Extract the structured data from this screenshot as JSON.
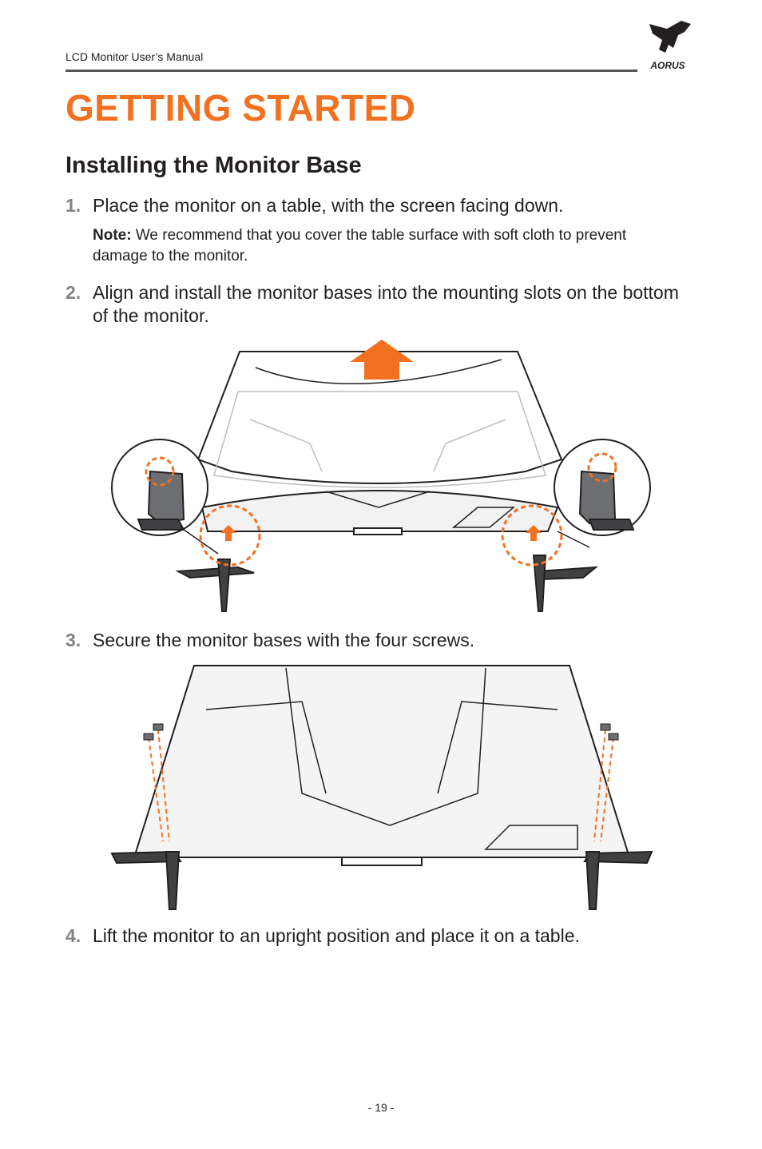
{
  "header": {
    "manual_label": "LCD Monitor User’s Manual",
    "brand": "AORUS"
  },
  "section_title": "GETTING STARTED",
  "subsection_title": "Installing the Monitor Base",
  "steps": [
    {
      "number": "1.",
      "text": "Place the monitor on a table, with the screen facing down."
    },
    {
      "number": "2.",
      "text": "Align and install the monitor bases into the mounting slots on the bottom of the monitor."
    },
    {
      "number": "3.",
      "text": "Secure the monitor bases with the four screws."
    },
    {
      "number": "4.",
      "text": "Lift the monitor to an upright position and place it on a table."
    }
  ],
  "note": {
    "label": "Note:",
    "text": " We recommend that you cover the table surface with soft cloth to prevent damage to the monitor."
  },
  "page_number": "- 19 -",
  "colors": {
    "accent": "#f27121",
    "text": "#231f20",
    "step_number": "#808285"
  }
}
